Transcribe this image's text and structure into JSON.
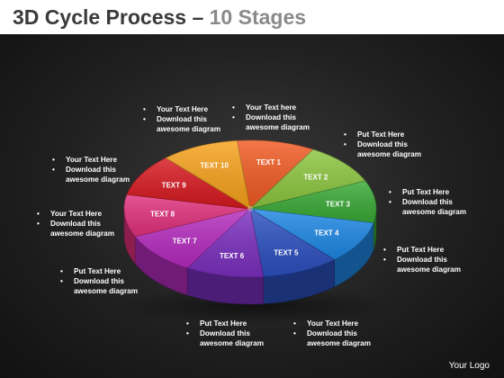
{
  "header": {
    "title_main": "3D Cycle Process – ",
    "title_sub": "10 Stages"
  },
  "diagram": {
    "segments": [
      {
        "label": "TEXT 1",
        "color": "#f15a22"
      },
      {
        "label": "TEXT 2",
        "color": "#8cc63f"
      },
      {
        "label": "TEXT 3",
        "color": "#39a935"
      },
      {
        "label": "TEXT 4",
        "color": "#1e88e5"
      },
      {
        "label": "TEXT 5",
        "color": "#2b4fbf"
      },
      {
        "label": "TEXT 6",
        "color": "#7b2fbf"
      },
      {
        "label": "TEXT 7",
        "color": "#b52bbf"
      },
      {
        "label": "TEXT 8",
        "color": "#e2317d"
      },
      {
        "label": "TEXT 9",
        "color": "#d71920"
      },
      {
        "label": "TEXT 10",
        "color": "#f7a21b"
      }
    ],
    "notes": [
      {
        "lines": [
          "Your Text  here",
          "Download this",
          "awesome diagram"
        ]
      },
      {
        "lines": [
          "Put Text Here",
          "Download this",
          "awesome diagram"
        ]
      },
      {
        "lines": [
          "Put Text Here",
          "Download this",
          "awesome diagram"
        ]
      },
      {
        "lines": [
          "Put Text Here",
          "Download this",
          "awesome diagram"
        ]
      },
      {
        "lines": [
          "Your Text Here",
          "Download this",
          "awesome diagram"
        ]
      },
      {
        "lines": [
          "Put Text Here",
          "Download this",
          "awesome diagram"
        ]
      },
      {
        "lines": [
          "Put Text Here",
          "Download this",
          "awesome diagram"
        ]
      },
      {
        "lines": [
          "Your Text  Here",
          "Download this",
          "awesome diagram"
        ]
      },
      {
        "lines": [
          "Your Text  Here",
          "Download this",
          "awesome diagram"
        ]
      },
      {
        "lines": [
          "Your Text Here",
          "Download this",
          "awesome diagram"
        ]
      }
    ]
  },
  "footer": {
    "logo": "Your Logo"
  }
}
